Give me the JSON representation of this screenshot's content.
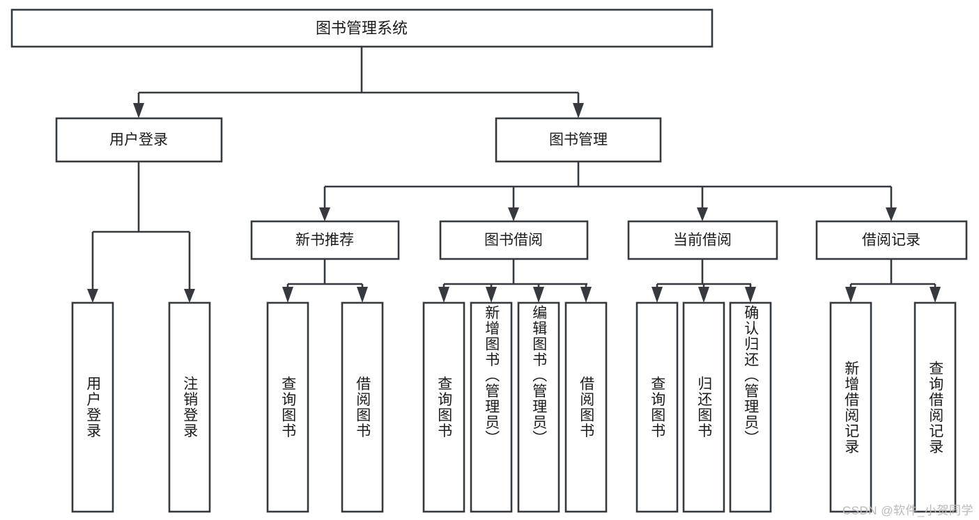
{
  "diagram": {
    "type": "tree",
    "title": "图书管理系统",
    "root": {
      "id": "root",
      "label": "图书管理系统"
    },
    "level1": [
      {
        "id": "user-login",
        "label": "用户登录"
      },
      {
        "id": "book-manage",
        "label": "图书管理"
      }
    ],
    "level2": [
      {
        "id": "new-book-rec",
        "label": "新书推荐",
        "parent": "book-manage"
      },
      {
        "id": "book-borrow",
        "label": "图书借阅",
        "parent": "book-manage"
      },
      {
        "id": "current-borrow",
        "label": "当前借阅",
        "parent": "book-manage"
      },
      {
        "id": "borrow-record",
        "label": "借阅记录",
        "parent": "book-manage"
      }
    ],
    "leaves": {
      "user-login": [
        {
          "id": "leaf-user-login",
          "label": "用户登录"
        },
        {
          "id": "leaf-logout",
          "label": "注销登录"
        }
      ],
      "new-book-rec": [
        {
          "id": "leaf-query-book-1",
          "label": "查询图书"
        },
        {
          "id": "leaf-borrow-book-1",
          "label": "借阅图书"
        }
      ],
      "book-borrow": [
        {
          "id": "leaf-query-book-2",
          "label": "查询图书"
        },
        {
          "id": "leaf-add-book",
          "label": "新增图书（管理员）"
        },
        {
          "id": "leaf-edit-book",
          "label": "编辑图书（管理员）"
        },
        {
          "id": "leaf-borrow-book-2",
          "label": "借阅图书"
        }
      ],
      "current-borrow": [
        {
          "id": "leaf-query-book-3",
          "label": "查询图书"
        },
        {
          "id": "leaf-return-book",
          "label": "归还图书"
        },
        {
          "id": "leaf-confirm-return",
          "label": "确认归还（管理员）"
        }
      ],
      "borrow-record": [
        {
          "id": "leaf-add-record",
          "label": "新增借阅记录"
        },
        {
          "id": "leaf-query-record",
          "label": "查询借阅记录"
        }
      ]
    }
  },
  "watermark": {
    "text": "CSDN @软件_小贺同学"
  },
  "colors": {
    "stroke": "#36393d",
    "fill": "#ffffff",
    "text": "#1b1b1b",
    "watermark": "#b9b9b9",
    "background": "#ffffff"
  }
}
